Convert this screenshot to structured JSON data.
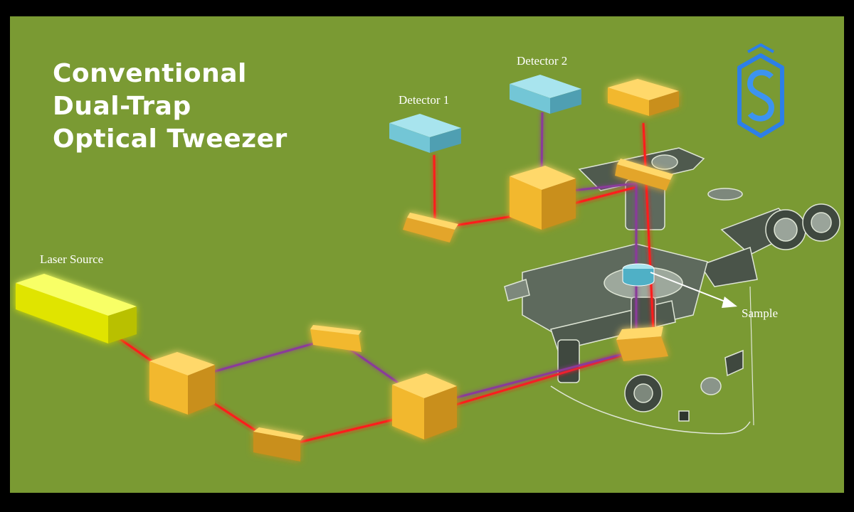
{
  "title": {
    "line1": "Conventional",
    "line2": "Dual-Trap",
    "line3": "Optical Tweezer"
  },
  "labels": {
    "laser_source": "Laser Source",
    "detector_1": "Detector 1",
    "detector_2": "Detector 2",
    "sample": "Sample"
  },
  "colors": {
    "background": "#7a9a33",
    "beam_red": "#ff1a1a",
    "beam_purple": "#8a3a9a",
    "optic_yellow": "#f5c13c",
    "detector_cyan": "#73c6d6",
    "laser_yellow": "#eef000",
    "microscope": "#5e6a5d",
    "logo_blue": "#2d7fe8"
  },
  "icons": {
    "logo": "s-hexagon-logo-icon"
  }
}
